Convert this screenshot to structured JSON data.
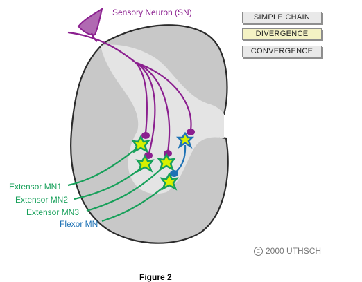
{
  "figure": {
    "sensory_label": "Sensory Neuron (SN)",
    "neuron_labels": [
      {
        "text": "Extensor MN1",
        "color": "#17a05a"
      },
      {
        "text": "Extensor MN2",
        "color": "#17a05a"
      },
      {
        "text": "Extensor MN3",
        "color": "#17a05a"
      },
      {
        "text": "Flexor MN",
        "color": "#1e72b5"
      }
    ],
    "colors": {
      "sensory": "#8b1f8f",
      "extensor": "#17a05a",
      "flexor": "#1e72b5",
      "soma_fill": "#d8f000",
      "gray_matter": "#c8c8c8",
      "white_matter": "#e4e4e4"
    }
  },
  "controls": {
    "simple_chain": "SIMPLE CHAIN",
    "divergence": "DIVERGENCE",
    "convergence": "CONVERGENCE",
    "active": "divergence"
  },
  "copyright": {
    "icon": "copyright-icon",
    "text": "2000 UTHSCH"
  },
  "caption": "Figure 2"
}
